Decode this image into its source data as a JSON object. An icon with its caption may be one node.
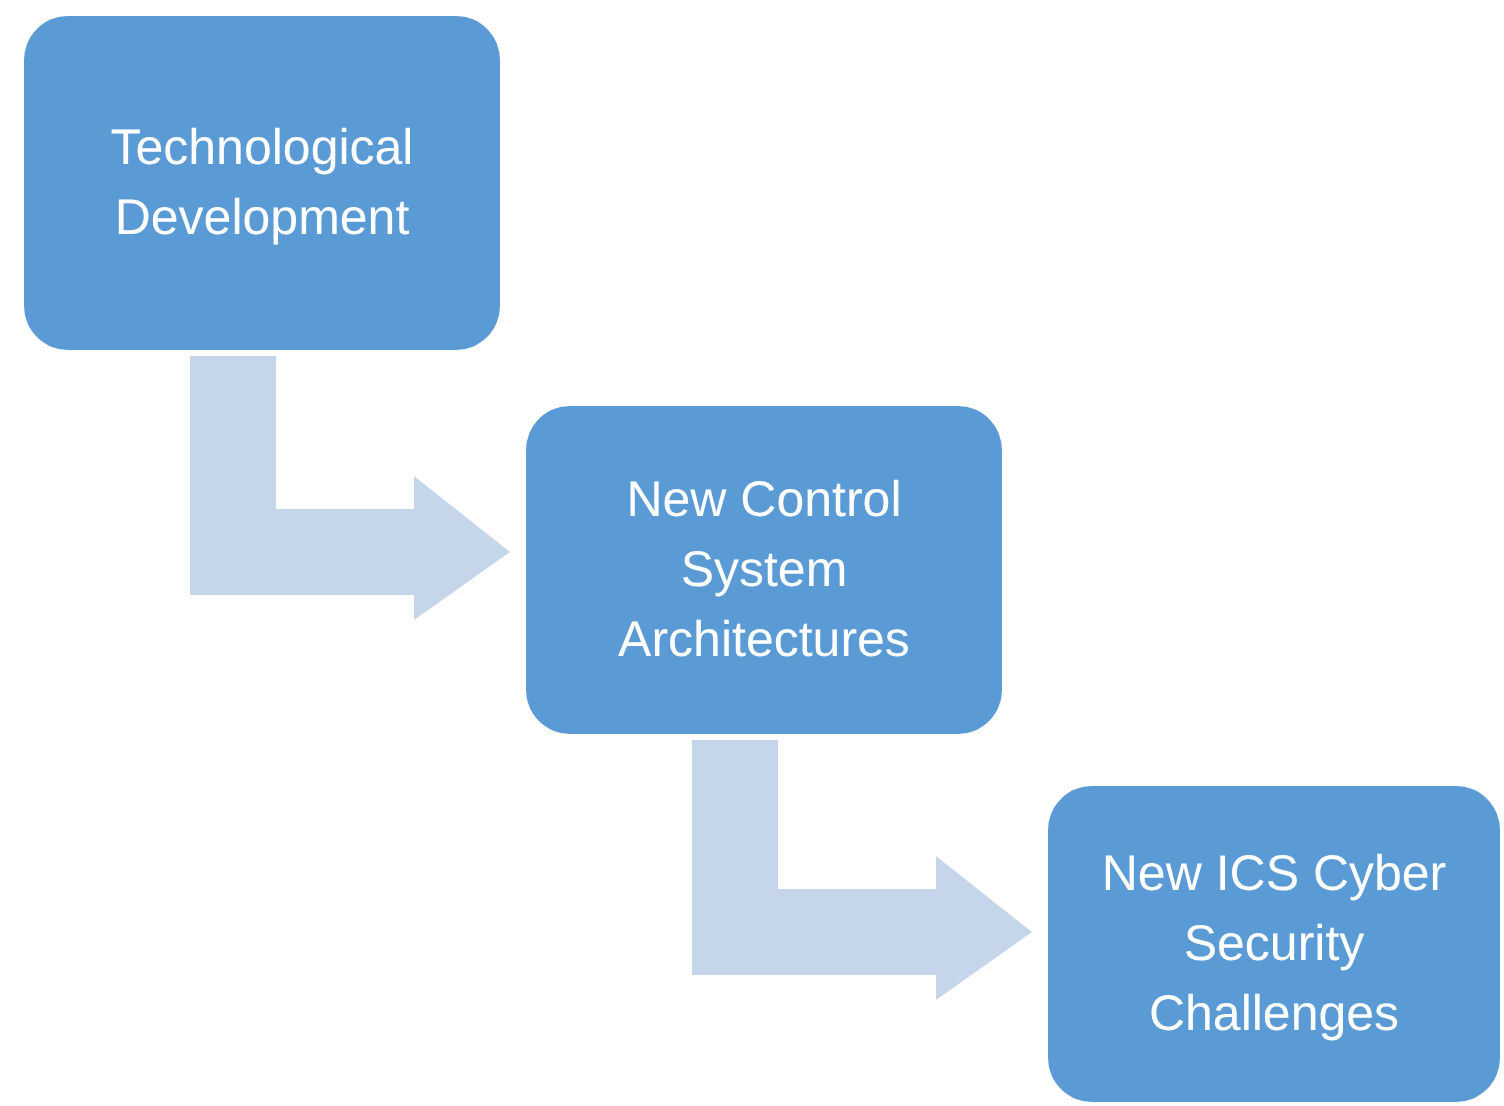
{
  "diagram": {
    "nodes": [
      {
        "text": [
          "Technological Development"
        ]
      },
      {
        "text": [
          "New Control System Architectures"
        ]
      },
      {
        "text": [
          "New ICS Cyber Security Challenges"
        ]
      }
    ],
    "edges": [
      {
        "from": 0,
        "to": 1,
        "arrow": "to"
      },
      {
        "from": 1,
        "to": 2,
        "arrow": "to"
      }
    ]
  }
}
